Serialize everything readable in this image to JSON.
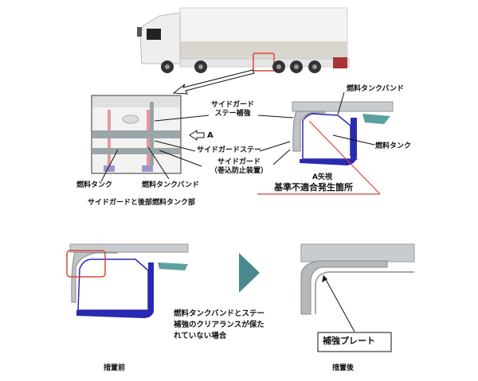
{
  "top": {
    "inset_labels": {
      "stay_reinforce_l1": "サイドガード",
      "stay_reinforce_l2": "ステー補強",
      "arrow_a": "A",
      "side_guard_stay": "サイドガードステー",
      "side_guard_l1": "サイドガード",
      "side_guard_l2": "（巻込防止装置）",
      "fuel_tank": "燃料タンク",
      "fuel_tank_band": "燃料タンクバンド",
      "caption": "サイドガードと後部燃料タンク部"
    },
    "a_view": {
      "fuel_tank_band": "燃料タンクバンド",
      "fuel_tank": "燃料タンク",
      "caption": "A矢視",
      "defect_location": "基準不適合発生箇所"
    }
  },
  "bottom": {
    "before_caption": "措置前",
    "after_caption": "措置後",
    "note_l1": "燃料タンクバンドとステー",
    "note_l2": "補強のクリアランスが保た",
    "note_l3": "れていない場合",
    "plate_label": "補強プレート"
  },
  "colors": {
    "highlight_red": "#d9463a",
    "band_blue": "#2a2ab0",
    "arrow_teal": "#4a8a8e",
    "frame_gray": "#b8bcbf"
  }
}
